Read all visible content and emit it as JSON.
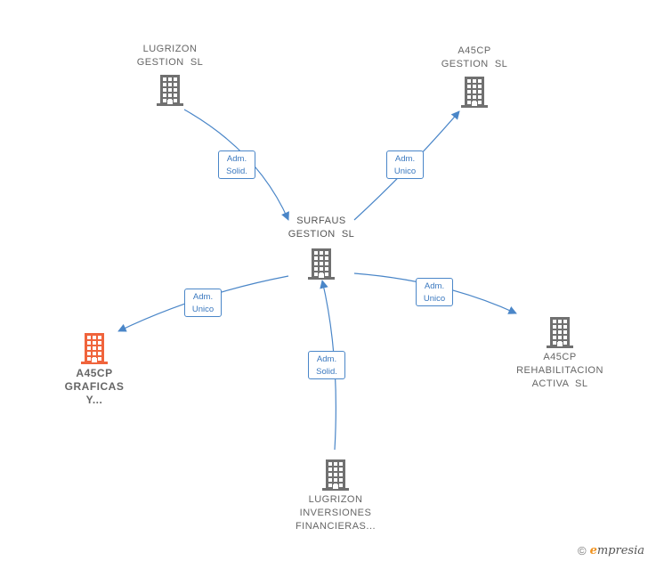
{
  "nodes": {
    "lugrizon_gestion": {
      "lines": [
        "LUGRIZON",
        "GESTION  SL"
      ]
    },
    "a45cp_gestion": {
      "lines": [
        "A45CP",
        "GESTION  SL"
      ]
    },
    "surfaus_gestion": {
      "lines": [
        "SURFAUS",
        "GESTION  SL"
      ]
    },
    "a45cp_graficas": {
      "lines": [
        "A45CP",
        "GRAFICAS",
        "Y..."
      ]
    },
    "a45cp_rehabilitacion": {
      "lines": [
        "A45CP",
        "REHABILITACION",
        "ACTIVA  SL"
      ]
    },
    "lugrizon_inversiones": {
      "lines": [
        "LUGRIZON",
        "INVERSIONES",
        "FINANCIERAS..."
      ]
    }
  },
  "edges": {
    "lugrizon_to_surfaus": {
      "line1": "Adm.",
      "line2": "Solid."
    },
    "surfaus_to_a45cp_gestion": {
      "line1": "Adm.",
      "line2": "Unico"
    },
    "surfaus_to_graficas": {
      "line1": "Adm.",
      "line2": "Unico"
    },
    "surfaus_to_rehabilitacion": {
      "line1": "Adm.",
      "line2": "Unico"
    },
    "inversiones_to_surfaus": {
      "line1": "Adm.",
      "line2": "Solid."
    }
  },
  "colors": {
    "edge": "#4a86c8",
    "building_default": "#707070",
    "building_highlight": "#f0643c"
  },
  "watermark": {
    "copyright": "©",
    "brand_initial": "e",
    "brand_rest": "mpresia"
  }
}
